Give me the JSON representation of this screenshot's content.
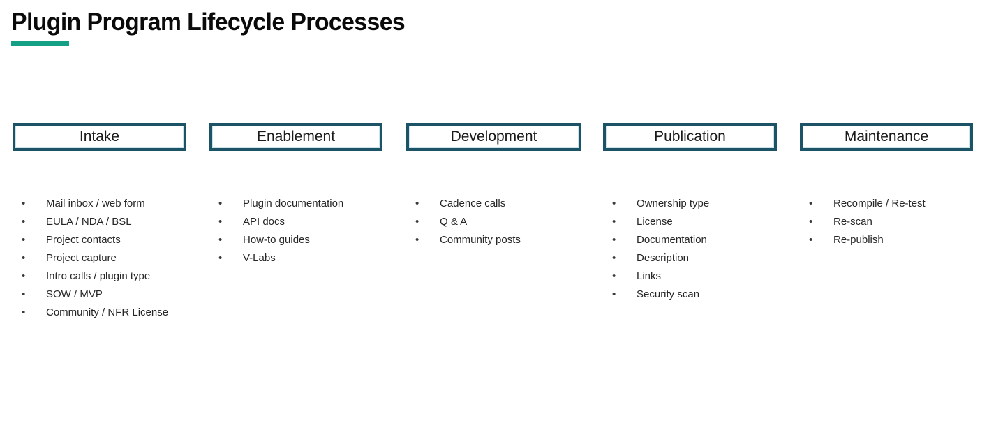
{
  "slide": {
    "title": "Plugin Program Lifecycle Processes",
    "accent_color": "#14a085",
    "box_border_color": "#1c5366",
    "background_color": "#ffffff",
    "bullet_glyph": "•"
  },
  "columns": [
    {
      "header": "Intake",
      "items": [
        "Mail inbox / web form",
        "EULA / NDA / BSL",
        "Project contacts",
        "Project capture",
        "Intro calls / plugin type",
        "SOW / MVP",
        "Community / NFR License"
      ]
    },
    {
      "header": "Enablement",
      "items": [
        "Plugin documentation",
        "API docs",
        "How-to guides",
        "V-Labs"
      ]
    },
    {
      "header": "Development",
      "items": [
        "Cadence calls",
        "Q & A",
        "Community posts"
      ]
    },
    {
      "header": "Publication",
      "items": [
        "Ownership type",
        "License",
        "Documentation",
        "Description",
        "Links",
        "Security scan"
      ]
    },
    {
      "header": "Maintenance",
      "items": [
        "Recompile / Re-test",
        "Re-scan",
        "Re-publish"
      ]
    }
  ]
}
